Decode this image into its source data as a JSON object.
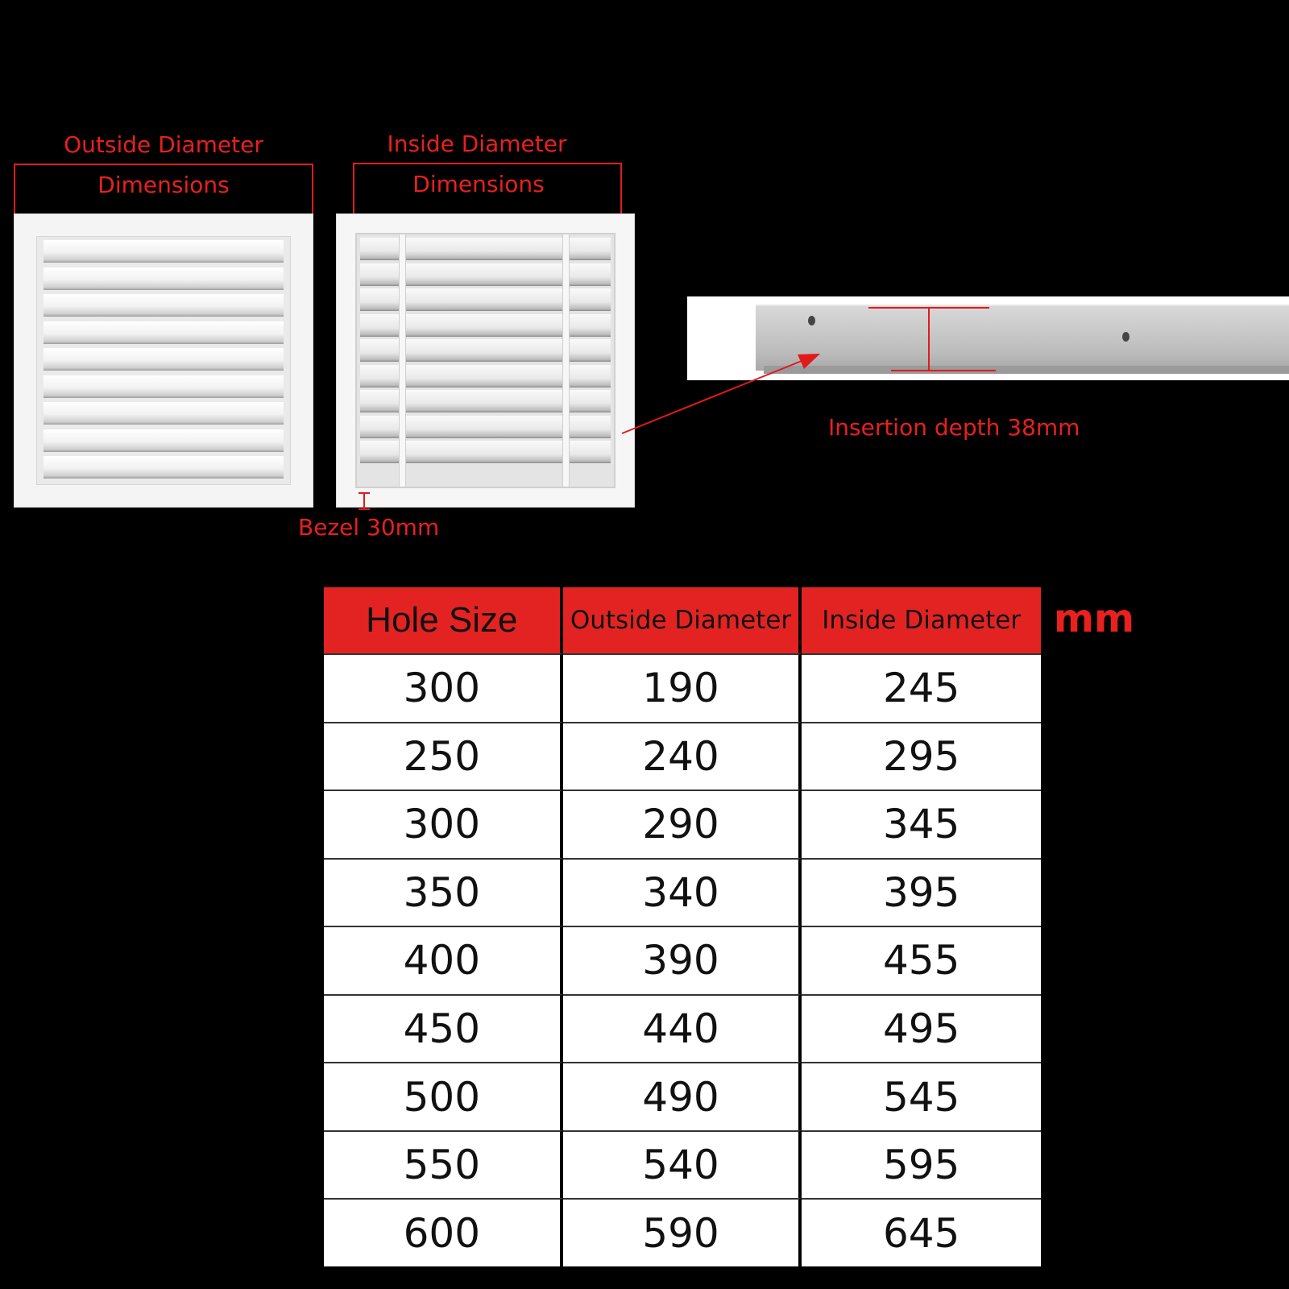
{
  "labels": {
    "outside_line1": "Outside Diameter",
    "outside_line2": "Dimensions",
    "inside_line1": "Inside Diameter",
    "inside_line2": "Dimensions",
    "bezel": "Bezel 30mm",
    "insertion": "Insertion depth 38mm"
  },
  "table": {
    "headers": [
      "Hole Size",
      "Outside Diameter",
      "Inside Diameter"
    ],
    "unit": "mm",
    "rows": [
      [
        "300",
        "190",
        "245"
      ],
      [
        "250",
        "240",
        "295"
      ],
      [
        "300",
        "290",
        "345"
      ],
      [
        "350",
        "340",
        "395"
      ],
      [
        "400",
        "390",
        "455"
      ],
      [
        "450",
        "440",
        "495"
      ],
      [
        "500",
        "490",
        "545"
      ],
      [
        "550",
        "540",
        "595"
      ],
      [
        "600",
        "590",
        "645"
      ]
    ]
  },
  "colors": {
    "accent_red": "#e32322",
    "background": "#000000",
    "cell_background": "#ffffff"
  }
}
